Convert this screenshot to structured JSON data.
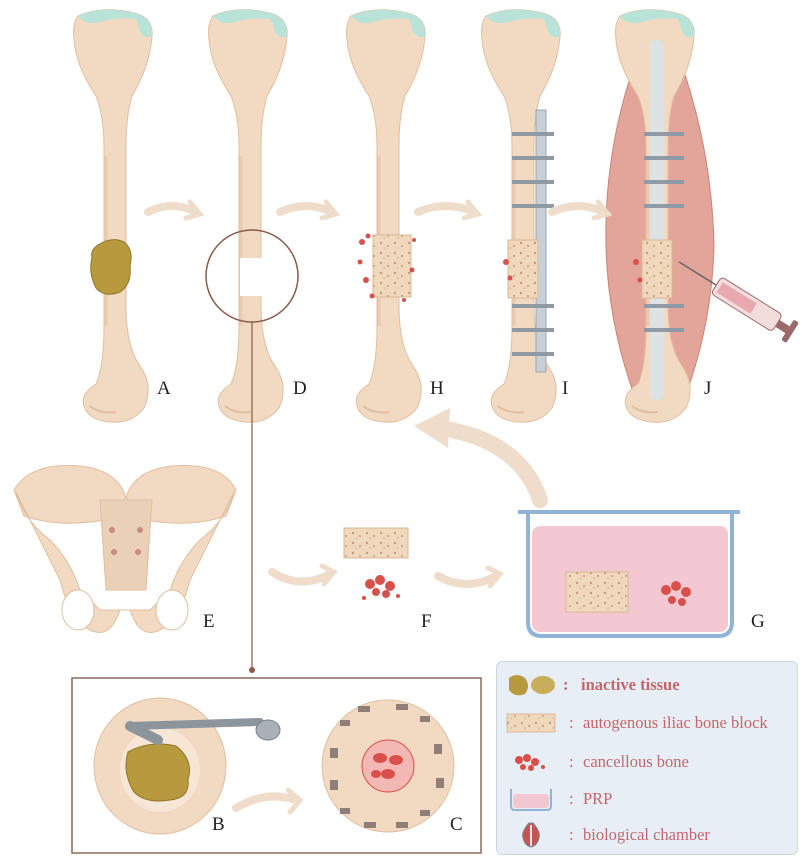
{
  "panels": {
    "A": "A",
    "D": "D",
    "H": "H",
    "I": "I",
    "J": "J",
    "E": "E",
    "F": "F",
    "G": "G",
    "B": "B",
    "C": "C"
  },
  "legend": {
    "items": [
      {
        "icon": "inactive-tissue-icon",
        "label": "inactive tissue",
        "bold": true
      },
      {
        "icon": "iliac-bone-block-icon",
        "label": "autogenous iliac bone block",
        "bold": false
      },
      {
        "icon": "cancellous-bone-icon",
        "label": "cancellous bone",
        "bold": false
      },
      {
        "icon": "prp-container-icon",
        "label": "PRP",
        "bold": false
      },
      {
        "icon": "biological-chamber-icon",
        "label": "biological chamber",
        "bold": false
      }
    ],
    "separator": ":"
  },
  "colors": {
    "bone": "#f2d9c2",
    "bone_shade": "#e6c2a2",
    "cartilage": "#b9e3d8",
    "inactive_tissue": "#b89a3e",
    "cancellous": "#d9504a",
    "arrow": "#efdccb",
    "prp": "#f4c8d2",
    "muscle": "#e3a49a",
    "legend_text": "#c2676b"
  }
}
